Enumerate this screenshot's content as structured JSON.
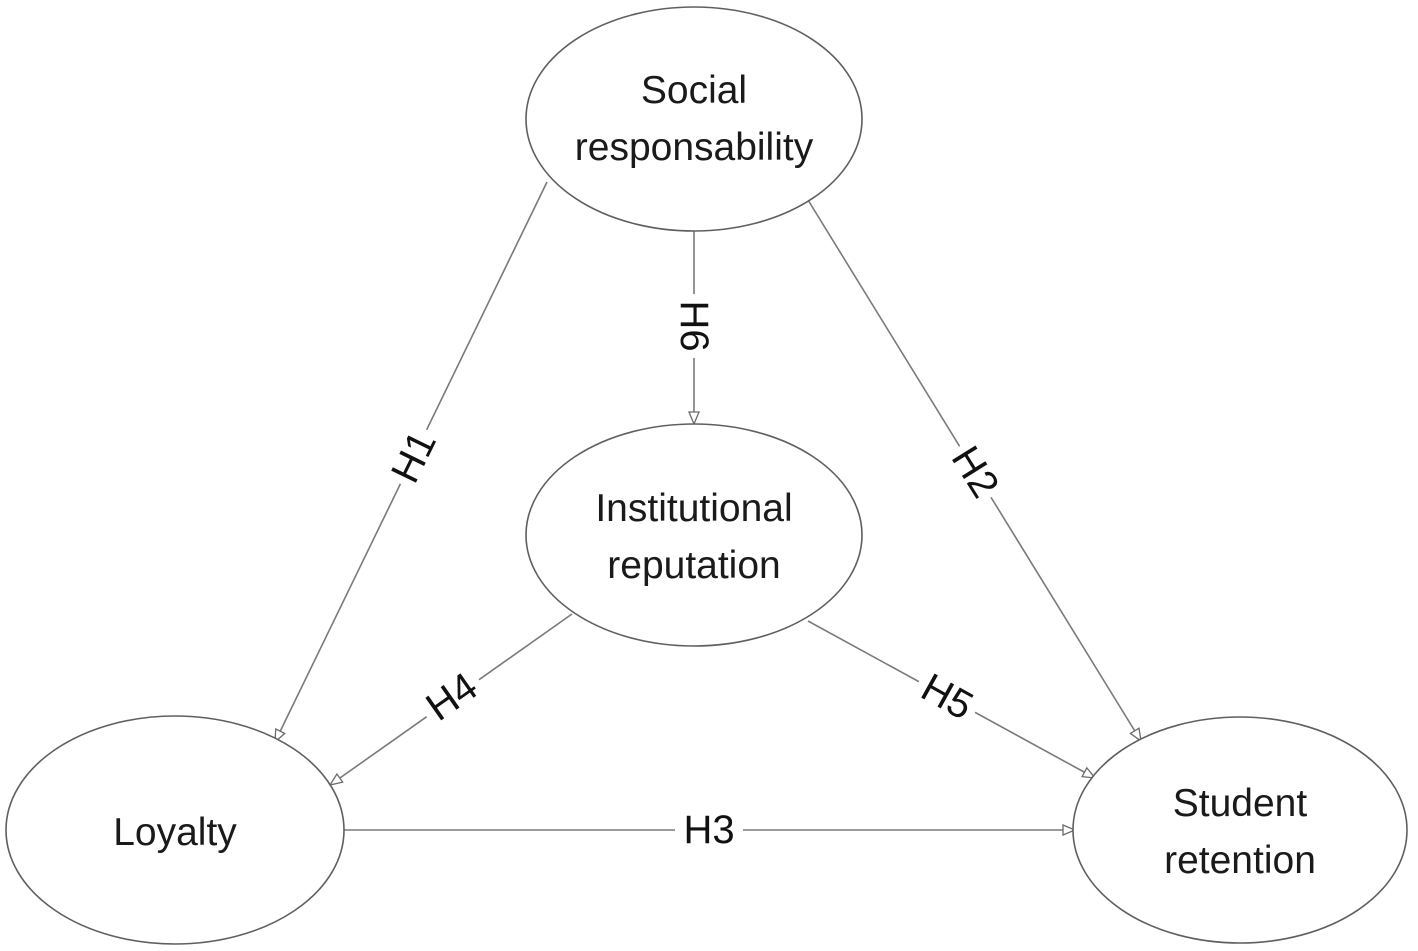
{
  "diagram": {
    "nodes": {
      "social_responsibility": {
        "lines": [
          "Social",
          "responsability"
        ]
      },
      "institutional_reputation": {
        "lines": [
          "Institutional",
          "reputation"
        ]
      },
      "loyalty": {
        "lines": [
          "Loyalty"
        ]
      },
      "student_retention": {
        "lines": [
          "Student",
          "retention"
        ]
      }
    },
    "edges": [
      {
        "id": "h1",
        "label": "H1",
        "from": "Social responsability",
        "to": "Loyalty"
      },
      {
        "id": "h2",
        "label": "H2",
        "from": "Social responsability",
        "to": "Student retention"
      },
      {
        "id": "h3",
        "label": "H3",
        "from": "Loyalty",
        "to": "Student retention"
      },
      {
        "id": "h4",
        "label": "H4",
        "from": "Institutional reputation",
        "to": "Loyalty"
      },
      {
        "id": "h5",
        "label": "H5",
        "from": "Institutional reputation",
        "to": "Student retention"
      },
      {
        "id": "h6",
        "label": "H6",
        "from": "Social responsability",
        "to": "Institutional reputation"
      }
    ],
    "colors": {
      "node_border": "#5f5f5f",
      "edge": "#7a7a7a",
      "text": "#1a1a1a",
      "background": "#ffffff"
    }
  }
}
